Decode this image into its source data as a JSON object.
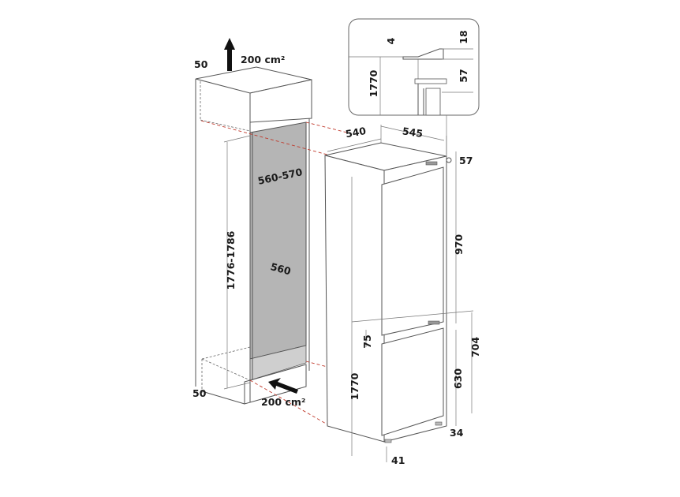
{
  "diagram": {
    "ventilation_top": "200 cm²",
    "ventilation_bottom": "200 cm²",
    "top_clearance": "50",
    "bottom_clearance": "50",
    "niche_width_top": "560-570",
    "niche_height": "1776-1786",
    "niche_width": "560",
    "appliance_depth": "540",
    "appliance_width": "545",
    "top_hinge_offset": "57",
    "upper_door_height": "970",
    "door_gap": "75",
    "appliance_height": "1770",
    "lower_section_height": "704",
    "lower_door_height": "630",
    "bottom_offset": "34",
    "foot_offset": "41",
    "detail": {
      "gap": "4",
      "hinge_thickness": "18",
      "height": "1770",
      "hinge_height": "57"
    }
  },
  "colors": {
    "niche_fill": "#b5b5b5",
    "guide_lines": "#c0392b"
  }
}
